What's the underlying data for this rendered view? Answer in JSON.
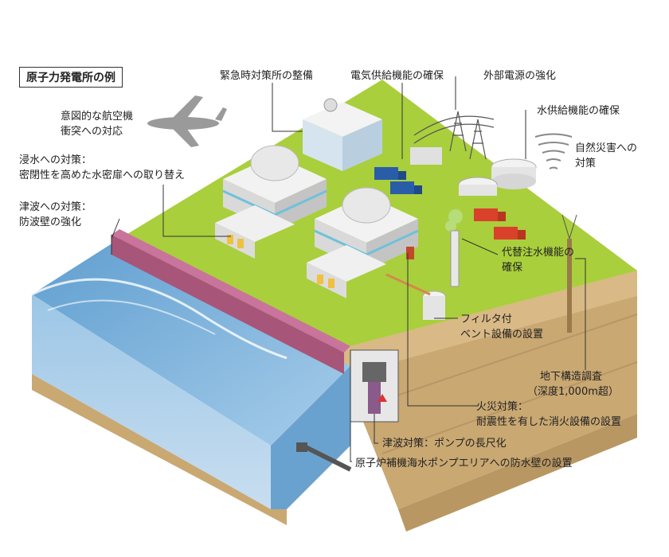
{
  "title": "原子力発電所の例",
  "labels": {
    "emergency_office": "緊急時対策所の整備",
    "power_supply": "電気供給機能の確保",
    "external_power": "外部電源の強化",
    "aircraft": [
      "意図的な航空機",
      "衝突への対応"
    ],
    "water_supply": "水供給機能の確保",
    "natural_disaster": [
      "自然災害への",
      "対策"
    ],
    "flooding": [
      "浸水への対策：",
      "密閉性を高めた水密扉への取り替え"
    ],
    "tsunami_wall": [
      "津波への対策：",
      "防波壁の強化"
    ],
    "alt_injection": [
      "代替注水機能の",
      "確保"
    ],
    "filter_vent": [
      "フィルタ付",
      "ベント設備の設置"
    ],
    "underground_survey": [
      "地下構造調査",
      "（深度1,000m超）"
    ],
    "fire": [
      "火災対策：",
      "耐震性を有した消火設備の設置"
    ],
    "tsunami_pump": "津波対策：ポンプの長尺化",
    "seawater_pump_wall": "原子炉補機海水ポンプエリアへの防水壁の設置"
  },
  "colors": {
    "grass": "#a9cf3c",
    "soil": "#c9a872",
    "sea": "#7fb5dc",
    "wall": "#a8557a",
    "leader": "#333333"
  }
}
